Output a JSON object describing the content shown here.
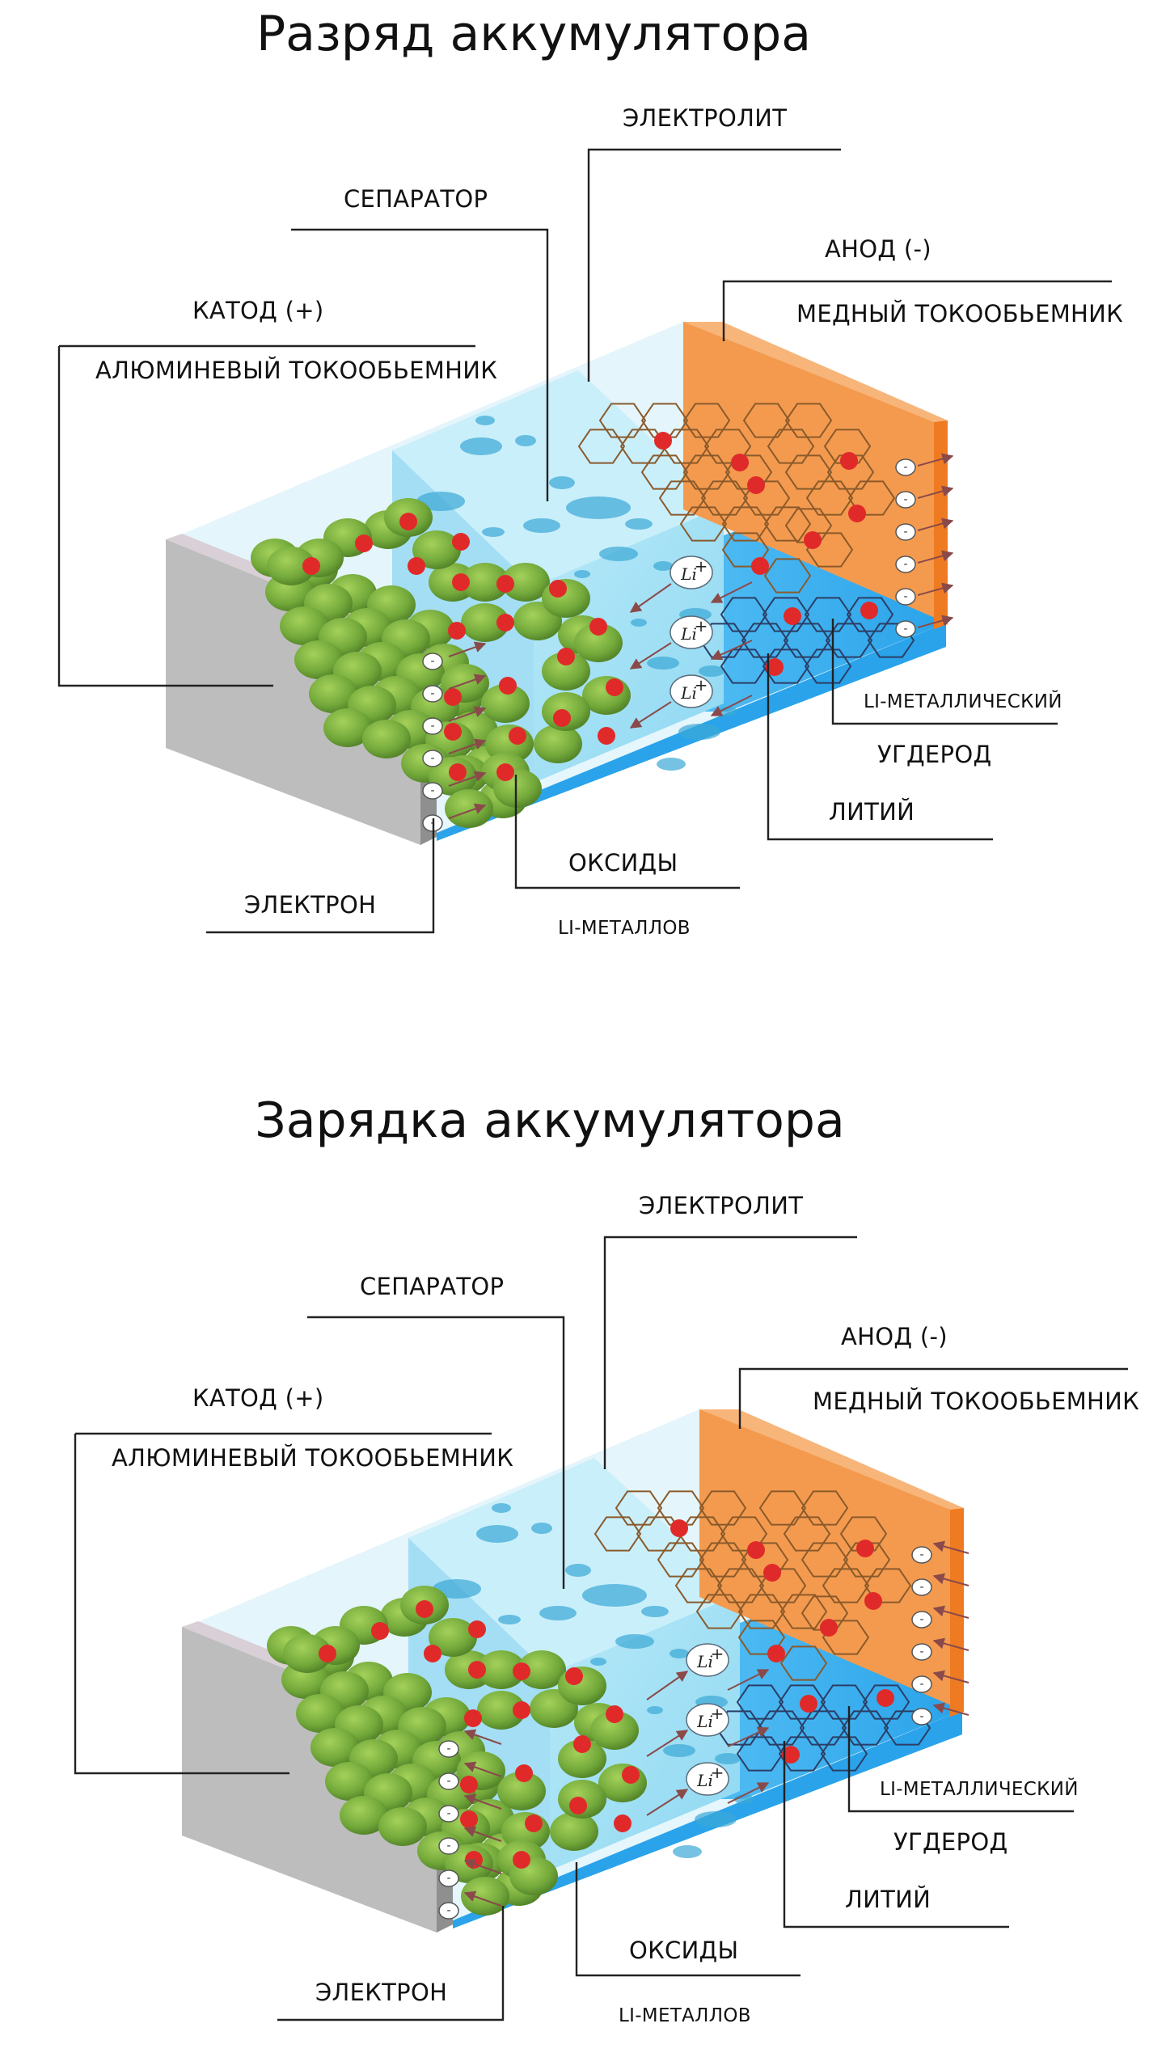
{
  "diagrams": [
    {
      "title": "Разряд аккумулятора",
      "labels": {
        "electrolyte": "ЭЛЕКТРОЛИТ",
        "separator": "СЕПАРАТОР",
        "anode": "АНОД (-)",
        "copper_collector": "МЕДНЫЙ ТОКООБЬЕМНИК",
        "cathode": "КАТОД (+)",
        "aluminum_collector": "АЛЮМИНЕВЫЙ ТОКООБЬЕМНИК",
        "li_metallic": "LI-МЕТАЛЛИЧЕСКИЙ",
        "carbon": "УГДЕРОД",
        "lithium": "ЛИТИЙ",
        "oxides": "ОКСИДЫ",
        "li_metals": "LI-МЕТАЛЛОВ",
        "electron": "ЭЛЕКТРОН"
      },
      "ion_label": "Li",
      "ion_charge": "+",
      "electron_symbol": "-",
      "flow_direction": "to-cathode"
    },
    {
      "title": "Зарядка аккумулятора",
      "labels": {
        "electrolyte": "ЭЛЕКТРОЛИТ",
        "separator": "СЕПАРАТОР",
        "anode": "АНОД (-)",
        "copper_collector": "МЕДНЫЙ ТОКООБЬЕМНИК",
        "cathode": "КАТОД (+)",
        "aluminum_collector": "АЛЮМИНЕВЫЙ ТОКООБЬЕМНИК",
        "li_metallic": "LI-МЕТАЛЛИЧЕСКИЙ",
        "carbon": "УГДЕРОД",
        "lithium": "ЛИТИЙ",
        "oxides": "ОКСИДЫ",
        "li_metals": "LI-МЕТАЛЛОВ",
        "electron": "ЭЛЕКТРОН"
      },
      "ion_label": "Li",
      "ion_charge": "+",
      "electron_symbol": "-",
      "flow_direction": "to-anode"
    }
  ],
  "colors": {
    "aluminum_plate": "#bdbdbd",
    "copper_plate": "#f49a4e",
    "electrolyte": "#dff3fa",
    "separator": "#a9e2f6",
    "anode_base": "#3fb1f0",
    "oxide_particle": "#7db33f",
    "lithium": "#e02a2a",
    "arrow": "#8a4a4a"
  }
}
